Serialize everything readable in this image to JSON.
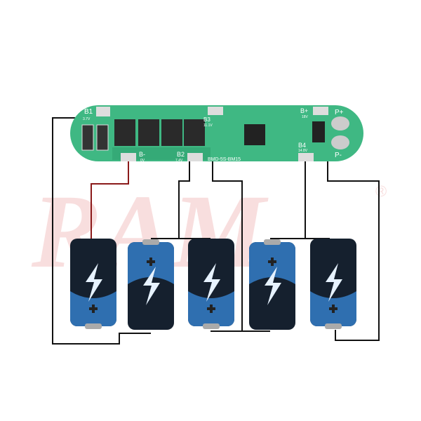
{
  "watermark": {
    "text": "RAM",
    "mark": "®",
    "color": "#f4c4c4"
  },
  "board": {
    "model": "BMD-5S-BM15",
    "color": "#3fb883",
    "pads": [
      {
        "id": "b1",
        "name": "B1",
        "voltage": "3.7V"
      },
      {
        "id": "bminus",
        "name": "B-",
        "voltage": "0V"
      },
      {
        "id": "b2",
        "name": "B2",
        "voltage": "7.4V"
      },
      {
        "id": "b3",
        "name": "B3",
        "voltage": "11.1V"
      },
      {
        "id": "b4",
        "name": "B4",
        "voltage": "14.8V"
      },
      {
        "id": "bplus",
        "name": "B+",
        "voltage": "18V"
      }
    ],
    "outputs": [
      {
        "name": "P+"
      },
      {
        "name": "P-"
      }
    ]
  },
  "batteries": 5,
  "colors": {
    "wire": "#111111",
    "neg_wire": "#8b1a1a",
    "battery_dark": "#15202e",
    "battery_blue": "#2f6fb0"
  }
}
